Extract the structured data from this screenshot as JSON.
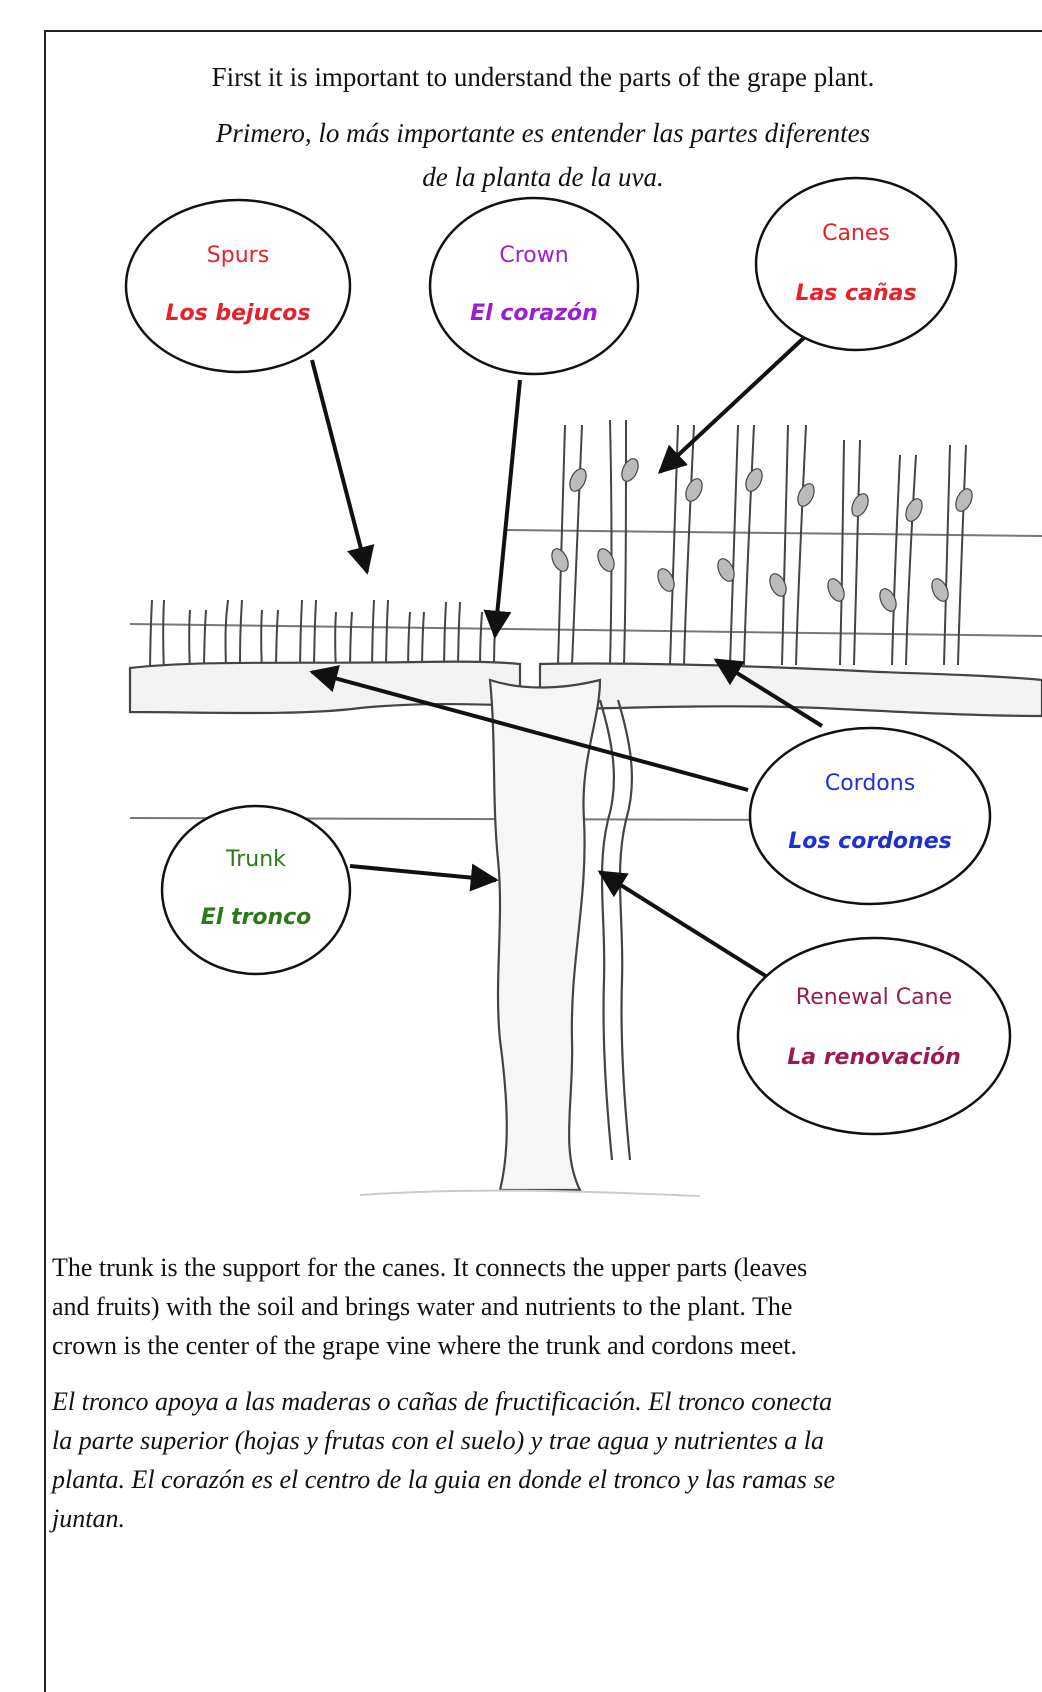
{
  "heading": {
    "english": "First it is important to understand the parts of the grape plant.",
    "spanish_line1": "Primero, lo más importante es entender las partes diferentes",
    "spanish_line2": "de la planta de la uva."
  },
  "labels": {
    "spurs": {
      "en": "Spurs",
      "es": "Los bejucos",
      "color": "#e8202a"
    },
    "crown": {
      "en": "Crown",
      "es": "El corazón",
      "color": "#9b1fd1"
    },
    "canes": {
      "en": "Canes",
      "es": "Las cañas",
      "color": "#e8202a"
    },
    "cordons": {
      "en": "Cordons",
      "es": "Los cordones",
      "color": "#1f2fd6"
    },
    "trunk": {
      "en": "Trunk",
      "es": "El tronco",
      "color": "#2b7a1a"
    },
    "renewal": {
      "en": "Renewal Cane",
      "es": "La renovación",
      "color": "#9b1a55"
    }
  },
  "paragraph_en": {
    "line1": "The trunk is the support for the canes. It connects the upper parts (leaves",
    "line2": "and fruits) with the soil and brings water and nutrients to the plant. The",
    "line3": "crown is the center of the grape vine where the trunk and cordons meet."
  },
  "paragraph_es": {
    "line1": "El tronco apoya a las maderas o cañas de fructificación. El tronco conecta",
    "line2": "la parte superior (hojas y frutas con el suelo) y trae agua y nutrientes a la",
    "line3": "planta. El corazón es el centro de la guia en donde el tronco y las ramas se",
    "line4": "juntan."
  }
}
